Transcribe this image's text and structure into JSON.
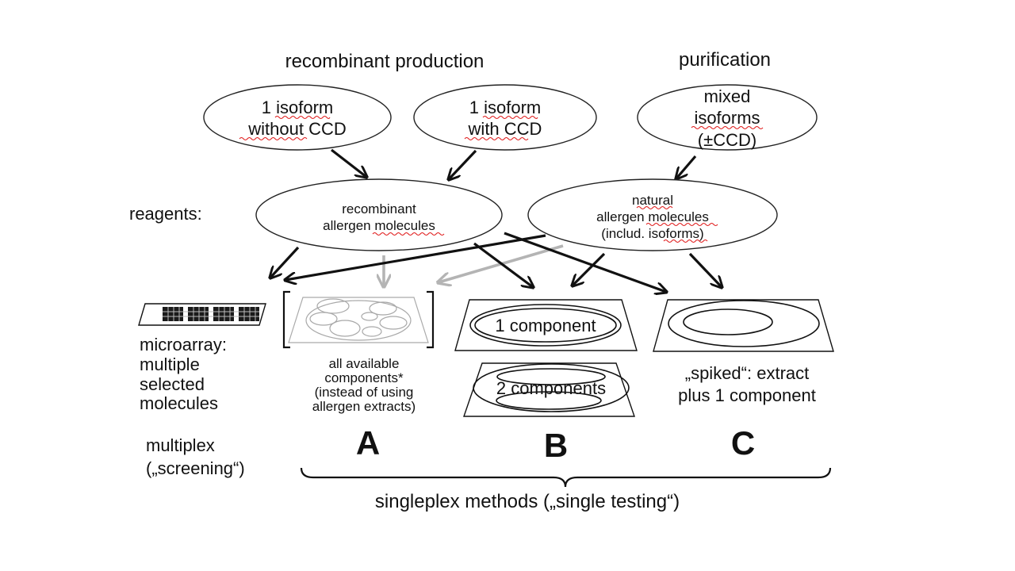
{
  "headers": {
    "recombinant": "recombinant production",
    "purification": "purification"
  },
  "sources": {
    "isoform_without_ccd": {
      "line1": "1 isoform",
      "line2": "without CCD"
    },
    "isoform_with_ccd": {
      "line1": "1 isoform",
      "line2": "with CCD"
    },
    "mixed_isoforms": {
      "line1": "mixed",
      "line2": "isoforms",
      "line3": "(±CCD)"
    }
  },
  "reagents": {
    "label": "reagents:",
    "recombinant": {
      "line1": "recombinant",
      "line2": "allergen molecules"
    },
    "natural": {
      "line1": "natural",
      "line2": "allergen molecules",
      "line3": "(includ. isoforms)"
    }
  },
  "formats": {
    "microarray": {
      "line1": "microarray:",
      "line2": "multiple",
      "line3": "selected",
      "line4": "molecules"
    },
    "all_components": {
      "line1": "all available",
      "line2": "components*",
      "line3": "(instead of using",
      "line4": "allergen extracts)"
    },
    "one_component": "1 component",
    "two_components": "2 components",
    "spiked": {
      "line1": "„spiked“: extract",
      "line2": "plus 1 component"
    }
  },
  "categories": {
    "multiplex": {
      "line1": "multiplex",
      "line2": "(„screening“)"
    },
    "a": "A",
    "b": "B",
    "c": "C",
    "singleplex": "singleplex methods („single testing“)"
  },
  "colors": {
    "ink": "#111111",
    "gray_arrow": "#b4b4b4",
    "spellcheck_underline": "#e01b1b"
  }
}
